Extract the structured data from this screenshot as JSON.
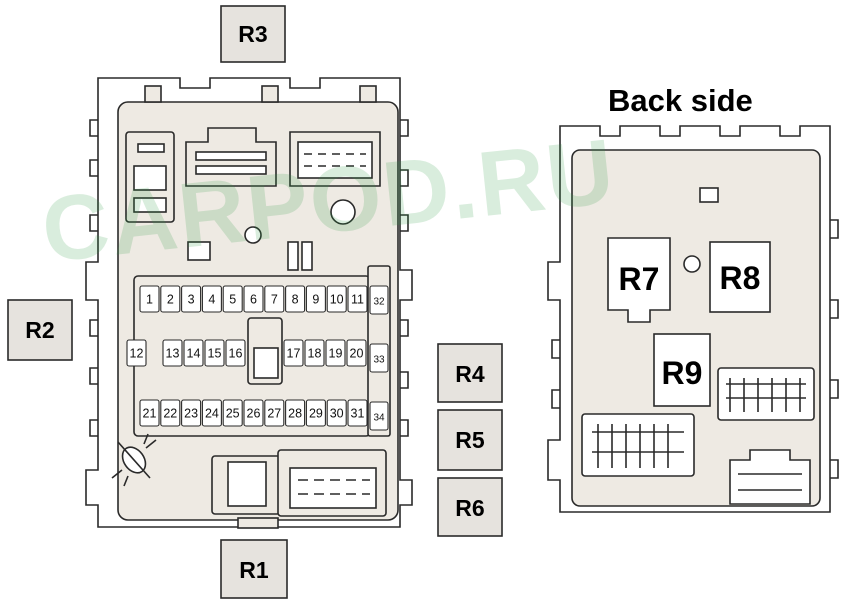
{
  "watermark": "CARPOD.RU",
  "back_side_heading": "Back side",
  "relays": {
    "R1": "R1",
    "R2": "R2",
    "R3": "R3",
    "R4": "R4",
    "R5": "R5",
    "R6": "R6",
    "R7": "R7",
    "R8": "R8",
    "R9": "R9"
  },
  "fuse_rows": [
    [
      "1",
      "2",
      "3",
      "4",
      "5",
      "6",
      "7",
      "8",
      "9",
      "10",
      "11"
    ],
    [
      "12",
      "13",
      "14",
      "15",
      "16",
      "17",
      "18",
      "19",
      "20"
    ],
    [
      "21",
      "22",
      "23",
      "24",
      "25",
      "26",
      "27",
      "28",
      "29",
      "30",
      "31"
    ]
  ],
  "fuses_side": [
    "32",
    "33",
    "34"
  ],
  "colors": {
    "outline": "#2a2a2a",
    "panel_fill": "#eeeae3",
    "label_box_fill": "#e6e3de",
    "watermark": "#2e9a45"
  }
}
